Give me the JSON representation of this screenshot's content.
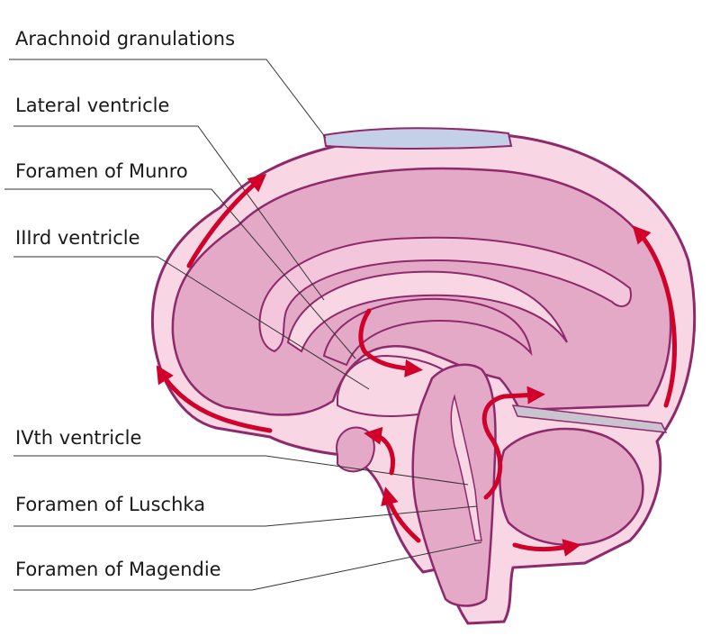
{
  "labels": {
    "arachnoid": "Arachnoid granulations",
    "lateral": "Lateral ventricle",
    "munro": "Foramen of Munro",
    "third": "IIIrd ventricle",
    "fourth": "IVth ventricle",
    "luschka": "Foramen of Luschka",
    "magendie": "Foramen of Magendie"
  },
  "colors": {
    "outline": "#8e2a6b",
    "tissue": "#e3a9c6",
    "csf": "#f8d6e3",
    "granulation": "#c4cfe8",
    "flow_arrow": "#d0002a",
    "leader_line": "#333333"
  }
}
